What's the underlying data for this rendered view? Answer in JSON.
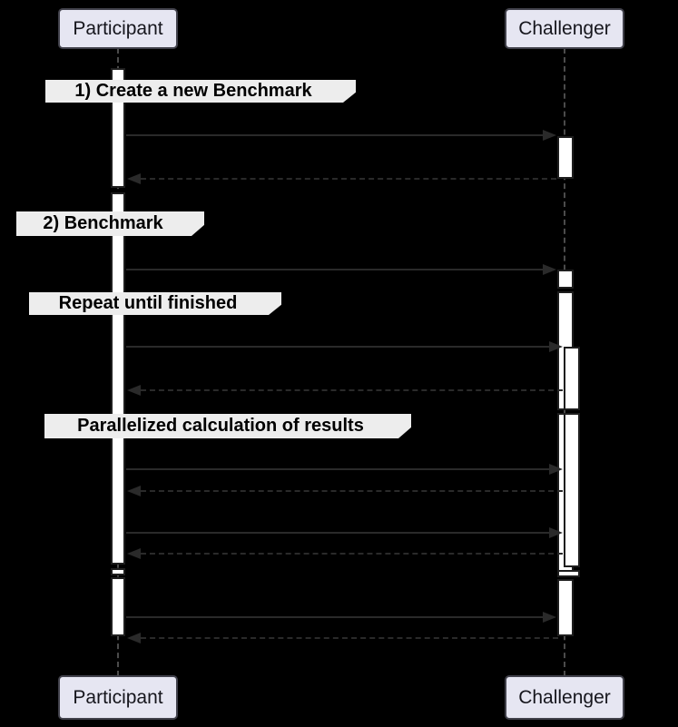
{
  "diagram": {
    "type": "uml-sequence-diagram",
    "participants": [
      {
        "id": "participant",
        "label": "Participant"
      },
      {
        "id": "challenger",
        "label": "Challenger"
      }
    ],
    "dividers": [
      {
        "label": "1) Create a new Benchmark"
      },
      {
        "label": "2) Benchmark"
      },
      {
        "label": "Repeat until finished"
      },
      {
        "label": "Parallelized calculation of results"
      }
    ],
    "messages": [
      {
        "from": "participant",
        "to": "challenger",
        "line": "solid"
      },
      {
        "from": "challenger",
        "to": "participant",
        "line": "dashed"
      },
      {
        "from": "participant",
        "to": "challenger",
        "line": "solid"
      },
      {
        "from": "participant",
        "to": "challenger",
        "line": "solid"
      },
      {
        "from": "challenger",
        "to": "participant",
        "line": "dashed"
      },
      {
        "from": "participant",
        "to": "challenger",
        "line": "solid"
      },
      {
        "from": "challenger",
        "to": "participant",
        "line": "dashed"
      },
      {
        "from": "participant",
        "to": "challenger",
        "line": "solid"
      },
      {
        "from": "challenger",
        "to": "participant",
        "line": "dashed"
      },
      {
        "from": "participant",
        "to": "challenger",
        "line": "solid"
      },
      {
        "from": "challenger",
        "to": "participant",
        "line": "dashed"
      }
    ],
    "colors": {
      "bg": "#000000",
      "box-fill": "#e6e6f2",
      "box-border": "#41414b",
      "box-text": "#16161d",
      "banner-fill": "#ededed",
      "banner-text": "#000000",
      "bar-fill": "#ffffff",
      "bar-border": "#1e1e1e",
      "arrow": "#2a2a2a",
      "lifeline": "#4b4b4b"
    }
  }
}
